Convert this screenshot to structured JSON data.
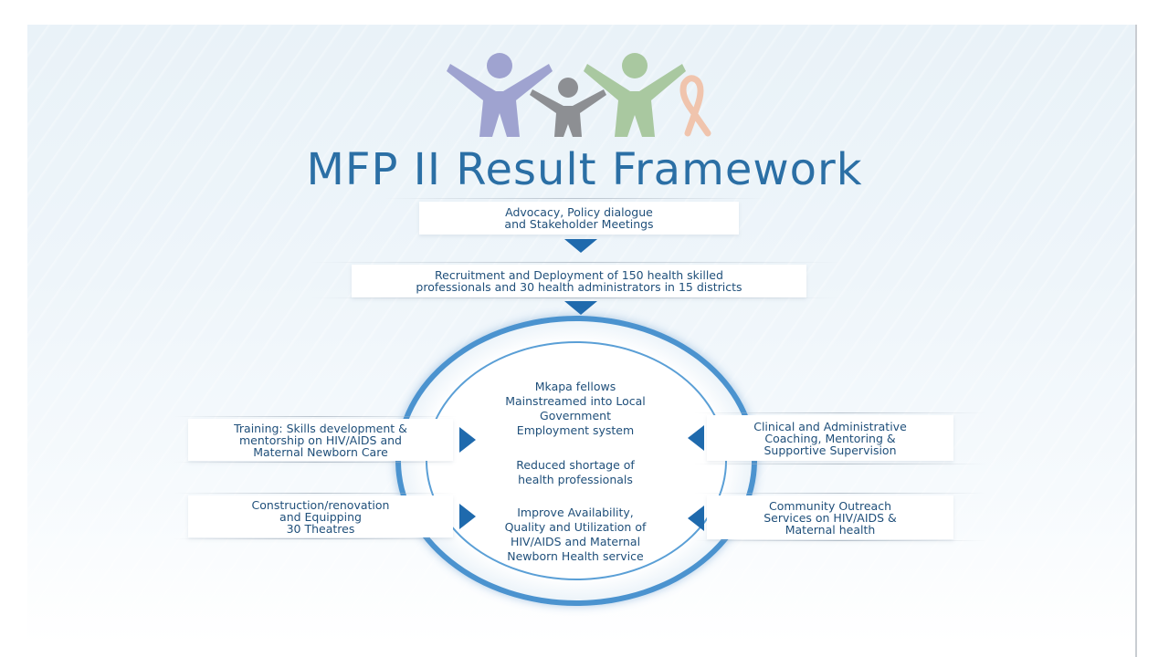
{
  "title": "MFP II Result Framework",
  "logo": {
    "figures": [
      "purple-figure",
      "gray-figure",
      "green-figure",
      "peach-ribbon"
    ],
    "colors": {
      "purple": "#9fa3d0",
      "gray": "#8d8f93",
      "green": "#a9c8a0",
      "ribbon": "#f0c4ad"
    }
  },
  "flow": {
    "step1": "Advocacy, Policy dialogue\nand Stakeholder Meetings",
    "step2": "Recruitment and Deployment of 150 health skilled\nprofessionals and 30 health administrators in 15 districts"
  },
  "inputs": {
    "left_top": "Training: Skills development &\nmentorship on HIV/AIDS and\nMaternal Newborn Care",
    "left_bottom": "Construction/renovation\nand Equipping\n30 Theatres",
    "right_top": "Clinical and Administrative\nCoaching, Mentoring &\nSupportive Supervision",
    "right_bottom": "Community Outreach\nServices on HIV/AIDS &\nMaternal health"
  },
  "outcomes": {
    "outcome1": "Mkapa fellows\nMainstreamed into Local\nGovernment\nEmployment system",
    "outcome2": "Reduced shortage of\nhealth professionals",
    "outcome3": "Improve Availability,\nQuality and Utilization of\nHIV/AIDS and Maternal\nNewborn Health service"
  },
  "colors": {
    "accent": "#1f6aad",
    "title": "#2b6fa5",
    "text": "#1f4f7a",
    "ring": "#4b93cf"
  }
}
